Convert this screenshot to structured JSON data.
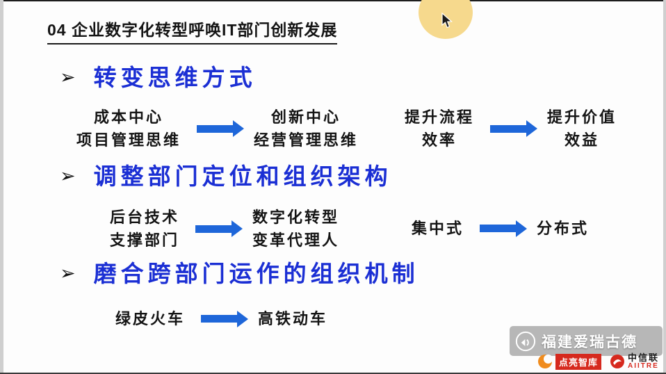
{
  "slide": {
    "title": "04 企业数字化转型呼唤IT部门创新发展",
    "bullet_glyph": "➢",
    "sections": [
      {
        "heading": "转变思维方式",
        "flows": [
          {
            "from_lines": [
              "成本中心",
              "项目管理思维"
            ],
            "to_lines": [
              "创新中心",
              "经营管理思维"
            ]
          },
          {
            "from_lines": [
              "提升流程",
              "效率"
            ],
            "to_lines": [
              "提升价值",
              "效益"
            ]
          }
        ]
      },
      {
        "heading": "调整部门定位和组织架构",
        "flows": [
          {
            "from_lines": [
              "后台技术",
              "支撑部门"
            ],
            "to_lines": [
              "数字化转型",
              "变革代理人"
            ]
          },
          {
            "from_lines": [
              "集中式"
            ],
            "to_lines": [
              "分布式"
            ]
          }
        ]
      },
      {
        "heading": "磨合跨部门运作的组织机制",
        "flows": [
          {
            "from_lines": [
              "绿皮火车"
            ],
            "to_lines": [
              "高铁动车"
            ]
          }
        ]
      }
    ]
  },
  "watermark": {
    "text": "福建爱瑞古德"
  },
  "footer": {
    "dianliang_label": "点亮智库",
    "aiitre_name": "中信联",
    "aiitre_sub": "AIITRE"
  },
  "colors": {
    "heading_blue": "#1b2fd4",
    "arrow_blue": "#1e66d9",
    "cursor_circle_yellow": "#f6d98d",
    "logo_red": "#d6291e",
    "logo_orange": "#f08c1e"
  }
}
